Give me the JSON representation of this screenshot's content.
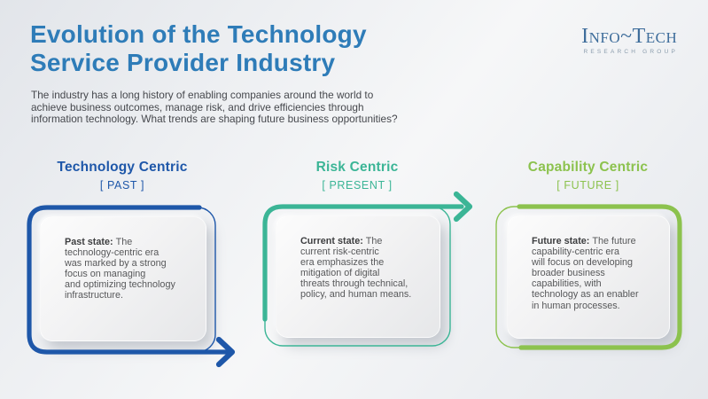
{
  "slide": {
    "title": "Evolution of the Technology\nService Provider Industry",
    "title_color": "#2e7cb8",
    "subtitle": "The industry has a long history of enabling companies around the world to\nachieve business outcomes, manage risk, and drive efficiencies through\ninformation technology. What trends are shaping future business opportunities?"
  },
  "logo": {
    "name": "Info~Tech",
    "tagline": "RESEARCH GROUP",
    "color": "#3e6d9b"
  },
  "columns": [
    {
      "title": "Technology Centric",
      "tag": "[ PAST ]",
      "color": "#1e57a9",
      "card": {
        "label": "Past state: ",
        "text": "The\ntechnology-centric era\nwas marked by a strong\nfocus on managing\nand optimizing technology\ninfrastructure."
      }
    },
    {
      "title": "Risk Centric",
      "tag": "[ PRESENT ]",
      "color": "#3bb596",
      "card": {
        "label": "Current state: ",
        "text": "The\ncurrent risk-centric\nera emphasizes the\nmitigation of digital\nthreats through technical,\npolicy, and human means."
      }
    },
    {
      "title": "Capability Centric",
      "tag": "[ FUTURE ]",
      "color": "#8cc24e",
      "card": {
        "label": "Future state: ",
        "text": "The future\ncapability-centric era\nwill focus on developing\nbroader business\ncapabilities, with\ntechnology as an enabler\nin human processes."
      }
    }
  ]
}
